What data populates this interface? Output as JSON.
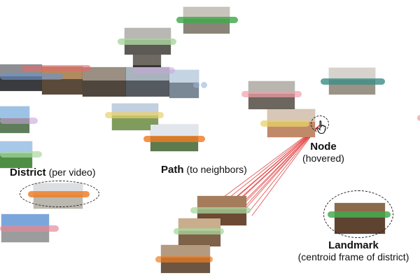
{
  "labels": {
    "district_bold": "District",
    "district_rest": " (per video)",
    "path_bold": "Path",
    "path_rest": " (to neighbors)",
    "node_bold": "Node",
    "node_rest": "(hovered)",
    "landmark_bold": "Landmark",
    "landmark_rest": "(centroid frame of district)"
  },
  "colors": {
    "green": "#3fa84a",
    "teal": "#3f8f88",
    "orange": "#ee7d22",
    "pink": "#e48a9a",
    "salmon": "#f09a7a",
    "lightgreen": "#a9d79f",
    "lavender": "#c8a4d8",
    "blue": "#6f93c8",
    "yellow": "#e8d26a",
    "path_line": "#e23a3a"
  },
  "icons": {
    "cursor": "hand-pointer-icon"
  }
}
